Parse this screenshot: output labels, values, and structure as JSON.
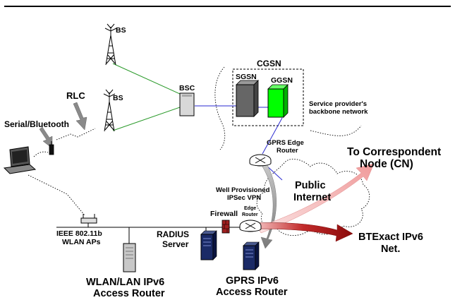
{
  "labels": {
    "bs_top": "BS",
    "bs_mid": "BS",
    "rlc": "RLC",
    "serial_bluetooth": "Serial/Bluetooth",
    "bsc": "BSC",
    "cgsn": "CGSN",
    "sgsn": "SGSN",
    "ggsn": "GGSN",
    "sp_backbone_line1": "Service provider's",
    "sp_backbone_line2": "backbone network",
    "gprs_edge_router_line1": "GPRS Edge",
    "gprs_edge_router_line2": "Router",
    "to_cn_line1": "To Correspondent",
    "to_cn_line2": "Node (CN)",
    "public_internet_line1": "Public",
    "public_internet_line2": "Internet",
    "vpn_line1": "Well Provisioned",
    "vpn_line2": "IPSec VPN",
    "firewall": "Firewall",
    "edge_router_line1": "Edge",
    "edge_router_line2": "Router",
    "radius_line1": "RADIUS",
    "radius_line2": "Server",
    "wlan_aps_line1": "IEEE 802.11b",
    "wlan_aps_line2": "WLAN APs",
    "btexact_line1": "BTExact IPv6",
    "btexact_line2": "Net.",
    "wlan_lan_router_line1": "WLAN/LAN IPv6",
    "wlan_lan_router_line2": "Access Router",
    "gprs_access_router_line1": "GPRS IPv6",
    "gprs_access_router_line2": "Access Router"
  },
  "colors": {
    "radio_link": "#2a9a2a",
    "ip_link": "#2a2ad0",
    "ggsn_fill": "#00ff00",
    "sgsn_fill": "#666666",
    "to_cn_arrow": "#f4a7a7",
    "btexact_arrow": "#a01010",
    "vpn_arrow": "#9a9a9a",
    "firewall": "#a02020"
  }
}
